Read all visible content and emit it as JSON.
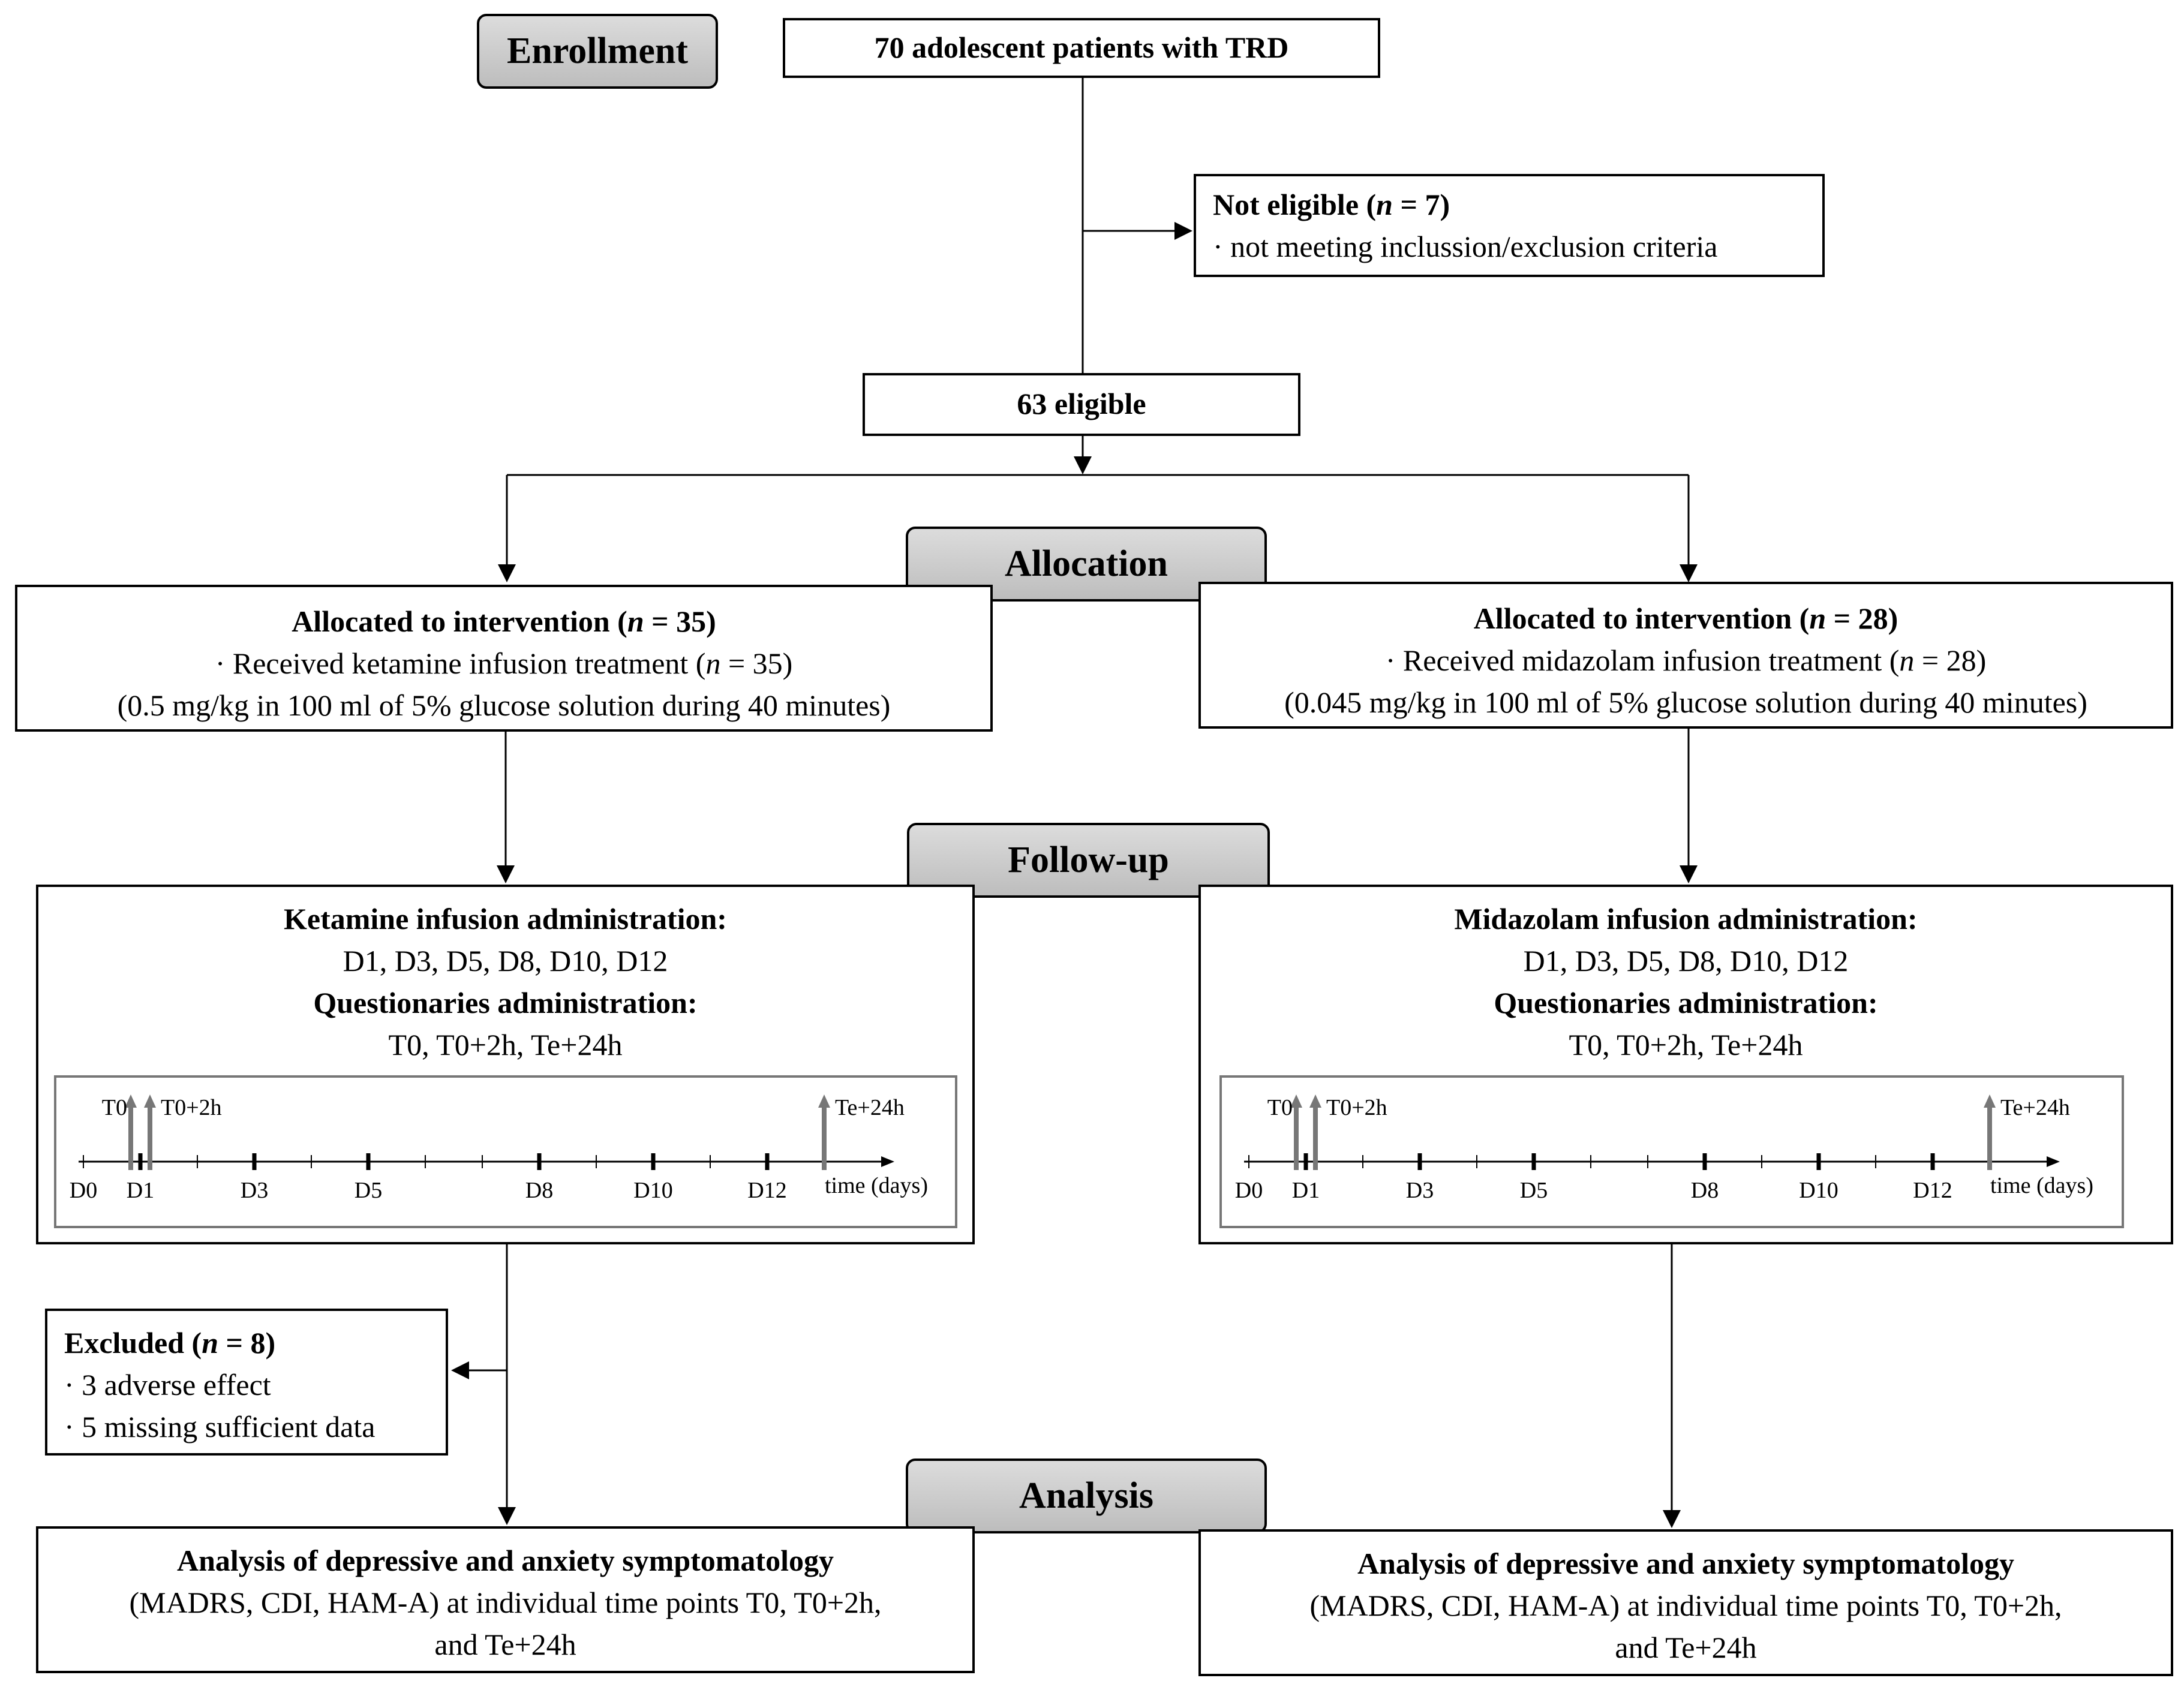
{
  "stages": {
    "enrollment": "Enrollment",
    "allocation": "Allocation",
    "follow_up": "Follow-up",
    "analysis": "Analysis"
  },
  "enrollment_box": "70 adolescent patients with TRD",
  "not_eligible": {
    "title_prefix": "Not eligible (",
    "n_symbol": "n",
    "title_suffix": " = 7)",
    "detail": "· not meeting inclussion/exclusion criteria"
  },
  "eligible_box": "63 eligible",
  "ketamine_allocation": {
    "title_prefix": "Allocated to intervention (",
    "n_symbol": "n",
    "title_suffix": " = 35)",
    "line1_prefix": "· Received ketamine infusion treatment (",
    "line1_suffix": " = 35)",
    "line2": "(0.5 mg/kg in 100 ml of 5% glucose solution during 40 minutes)"
  },
  "midazolam_allocation": {
    "title_prefix": "Allocated to intervention (",
    "n_symbol": "n",
    "title_suffix": " = 28)",
    "line1_prefix": "· Received midazolam infusion treatment (",
    "line1_suffix": " = 28)",
    "line2": "(0.045 mg/kg in 100 ml of 5% glucose solution during 40 minutes)"
  },
  "ketamine_followup": {
    "title": "Ketamine infusion administration:",
    "days": "D1, D3, D5, D8, D10, D12",
    "q_title": "Questionaries administration:",
    "q_times": "T0, T0+2h, Te+24h"
  },
  "midazolam_followup": {
    "title": "Midazolam infusion administration:",
    "days": "D1, D3, D5, D8, D10, D12",
    "q_title": "Questionaries administration:",
    "q_times": "T0, T0+2h, Te+24h"
  },
  "timeline": {
    "labels": [
      "D0",
      "D1",
      "D3",
      "D5",
      "D8",
      "D10",
      "D12"
    ],
    "markers": [
      "T0",
      "T0+2h",
      "Te+24h"
    ],
    "axis_label": "time (days)"
  },
  "excluded": {
    "title_prefix": "Excluded (",
    "n_symbol": "n",
    "title_suffix": " = 8)",
    "item1": "· 3 adverse effect",
    "item2": "· 5 missing sufficient data"
  },
  "analysis_box": {
    "title": "Analysis of depressive and anxiety symptomatology",
    "line2": "(MADRS, CDI, HAM-A) at individual time points T0, T0+2h,",
    "line3": "and Te+24h"
  },
  "colors": {
    "stage_fill": "#c9c9c9",
    "marker_arrow": "#777777"
  }
}
